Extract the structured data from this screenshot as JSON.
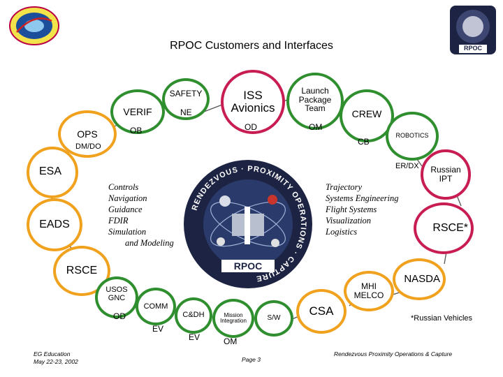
{
  "title": "RPOC Customers and Interfaces",
  "logos": {
    "left_seal": "seal-icon",
    "right_patch": "mission-patch-icon",
    "right_patch_label": "RPOC",
    "center_patch_ring_text": "RENDEZVOUS · PROXIMITY OPERATIONS · CAPTURE",
    "center_patch_label": "RPOC"
  },
  "nodes": {
    "ops": "OPS",
    "verif": "VERIF",
    "safety": "SAFETY",
    "iss_line1": "ISS",
    "iss_line2": "Avionics",
    "launch": "Launch Package Team",
    "crew": "CREW",
    "robotics": "ROBOTICS",
    "russian_ipt": "Russian IPT",
    "esa": "ESA",
    "eads": "EADS",
    "rsce_star": "RSCE*",
    "rsce": "RSCE",
    "nasda": "NASDA",
    "usos": "USOS GNC",
    "comm": "COMM",
    "cdh": "C&DH",
    "mission": "Mission Integration",
    "sw": "S/W",
    "csa": "CSA",
    "mhi": "MHI MELCO"
  },
  "labels": {
    "dmdo": "DM/DO",
    "ob": "OB",
    "ne": "NE",
    "od_top": "OD",
    "om_top": "OM",
    "cb": "CB",
    "erdx": "ER/DX",
    "od_bottom": "OD",
    "ev1": "EV",
    "ev2": "EV",
    "om_bottom": "OM",
    "russian_vehicles": "*Russian Vehicles"
  },
  "left_list": [
    "Controls",
    "Navigation",
    "Guidance",
    "FDIR",
    "Simulation",
    "and Modeling"
  ],
  "right_list": [
    "Trajectory",
    "Systems Engineering",
    "Flight Systems",
    "Visualization",
    "Logistics"
  ],
  "footer": {
    "left_line1": "EG Education",
    "left_line2": "May 22-23, 2002",
    "page": "Page 3",
    "right": "Rendezvous Proximity Operations & Capture"
  },
  "colors": {
    "green": "#2f8f2f",
    "orange": "#f0a21e",
    "magenta": "#c81d52",
    "patch_dark": "#1d2342",
    "link": "#555555"
  }
}
